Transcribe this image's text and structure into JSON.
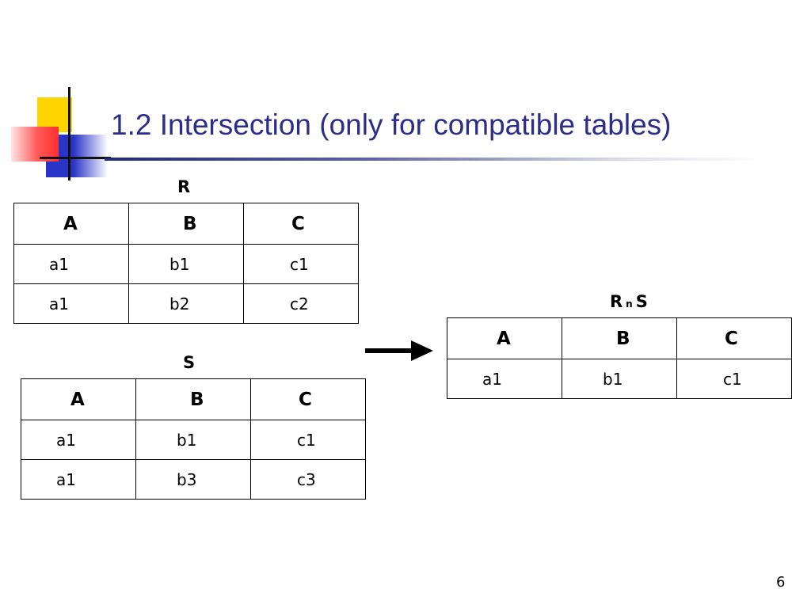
{
  "slide": {
    "title": "1.2 Intersection (only for compatible tables)",
    "page_number": "6"
  },
  "colors": {
    "title": "#2b2d8c",
    "accent_yellow": "#ffd400",
    "accent_blue": "#2a35c8",
    "accent_red": "#ff5a5a"
  },
  "table_r": {
    "caption": "R",
    "headers": [
      "A",
      "B",
      "C"
    ],
    "rows": [
      [
        "a1",
        "b1",
        "c1"
      ],
      [
        "a1",
        "b2",
        "c2"
      ]
    ]
  },
  "table_s": {
    "caption": "S",
    "headers": [
      "A",
      "B",
      "C"
    ],
    "rows": [
      [
        "a1",
        "b1",
        "c1"
      ],
      [
        "a1",
        "b3",
        "c3"
      ]
    ]
  },
  "table_result": {
    "caption_left": "R",
    "caption_op": "n",
    "caption_right": "S",
    "headers": [
      "A",
      "B",
      "C"
    ],
    "rows": [
      [
        "a1",
        "b1",
        "c1"
      ]
    ]
  }
}
